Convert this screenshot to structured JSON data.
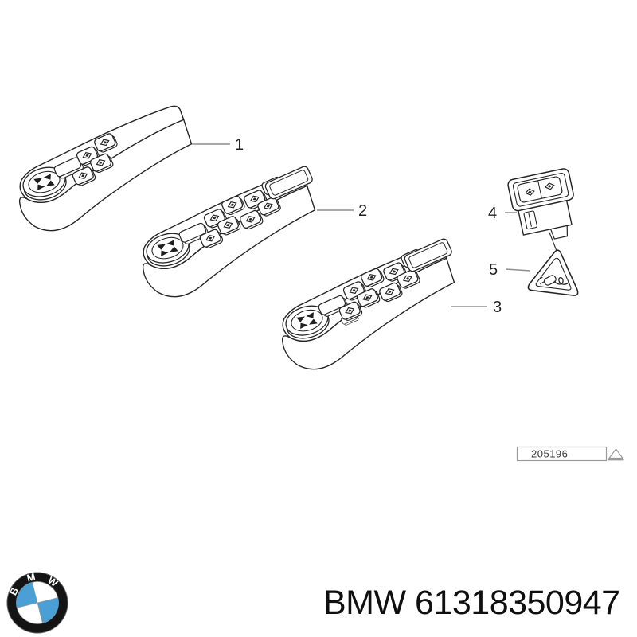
{
  "diagram": {
    "callouts": [
      {
        "label": "1"
      },
      {
        "label": "2"
      },
      {
        "label": "3"
      },
      {
        "label": "4"
      },
      {
        "label": "5"
      }
    ],
    "stamp": {
      "number": "205196",
      "icon": "triangle-icon"
    },
    "icons": [
      "mirror-joystick-icon",
      "window-switch-diamond-icon",
      "warning-triangle-icon",
      "power-plug-icon"
    ]
  },
  "footer": {
    "logo_letters": {
      "b": "B",
      "m": "M",
      "w": "W"
    },
    "part_text": "BMW 61318350947"
  },
  "colors": {
    "ink": "#262626",
    "leader_gray": "#8f8f8f",
    "stamp_gray": "#9a9a9a",
    "bmw_blue": "#4a9fd4",
    "background": "#ffffff"
  }
}
